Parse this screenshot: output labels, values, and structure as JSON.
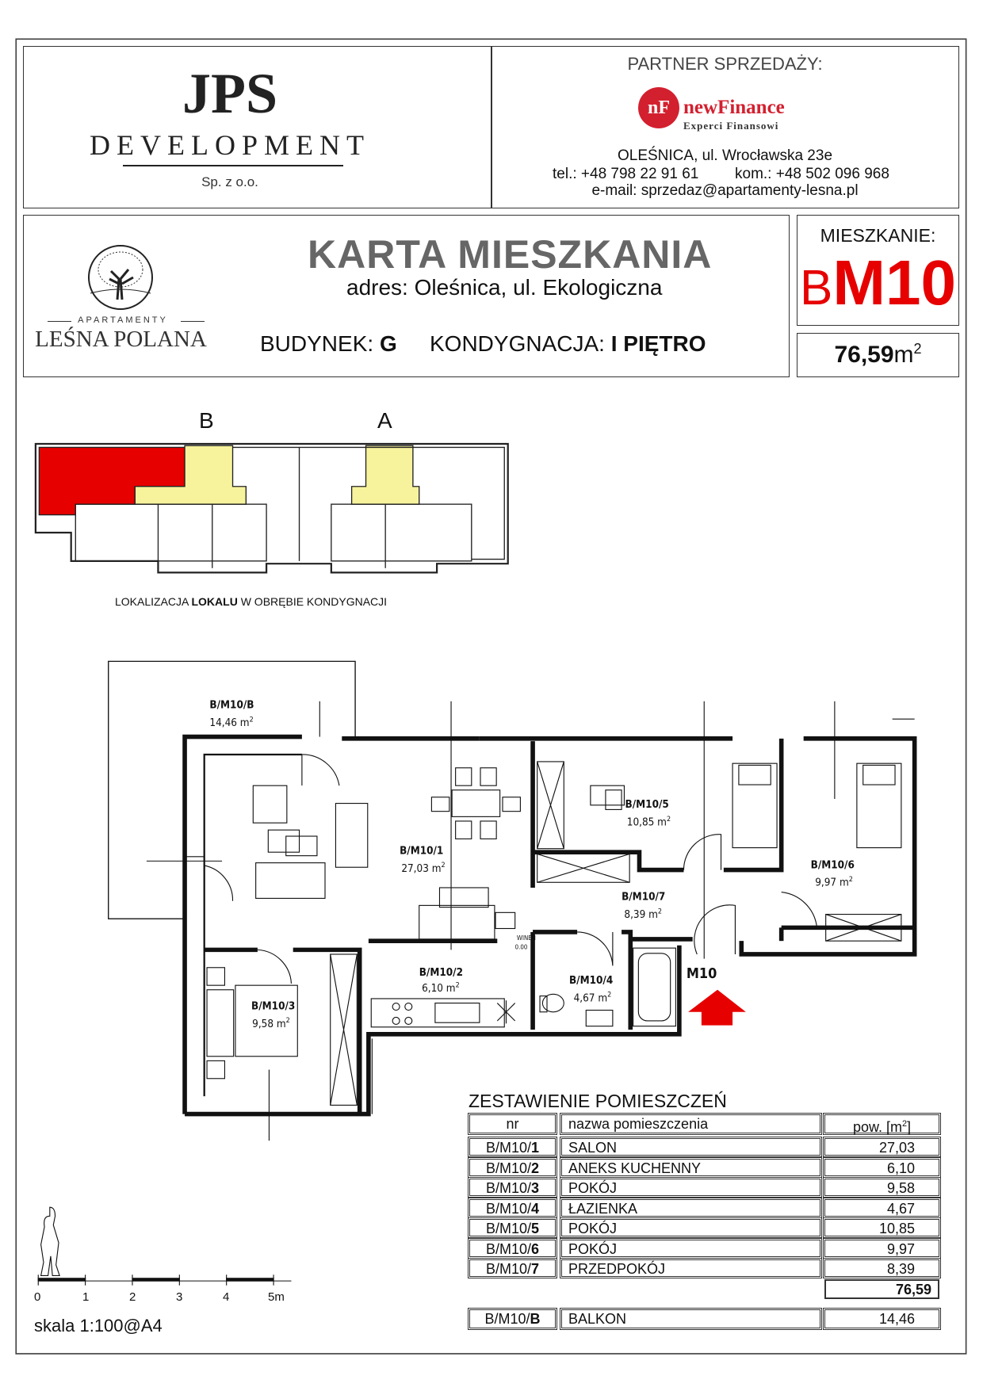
{
  "developer": {
    "logo_main": "JPS",
    "logo_sub": "DEVELOPMENT",
    "logo_legal": "Sp. z o.o."
  },
  "partner": {
    "heading": "PARTNER SPRZEDAŻY:",
    "logo_mark": "nF",
    "logo_name": "newFinance",
    "logo_tagline": "Experci Finansowi",
    "address": "OLEŚNICA, ul. Wrocławska 23e",
    "phone": "tel.: +48 798 22 91 61",
    "mobile": "kom.: +48 502 096 968",
    "email": "e-mail: sprzedaz@apartamenty-lesna.pl"
  },
  "estate": {
    "logo_small": "APARTAMENTY",
    "logo_name": "LEŚNA POLANA"
  },
  "card": {
    "title": "KARTA MIESZKANIA",
    "address_label": "adres: Oleśnica, ul.",
    "address_value": "Ekologiczna",
    "building_label": "BUDYNEK:",
    "building_value": "G",
    "floor_label": "KONDYGNACJA:",
    "floor_value": "I PIĘTRO"
  },
  "unit": {
    "label": "MIESZKANIE:",
    "prefix": "B",
    "code": "M10",
    "area": "76,59",
    "area_unit": "m",
    "area_exp": "2"
  },
  "keyplan": {
    "label_b": "B",
    "label_a": "A",
    "caption_pre": "LOKALIZACJA ",
    "caption_bold": "LOKALU",
    "caption_post": " W OBRĘBIE KONDYGNACJI",
    "highlight_color": "#e60000",
    "stair_color": "#f7f39c"
  },
  "plan": {
    "rooms": [
      {
        "id": "B/M10/B",
        "area": "14,46"
      },
      {
        "id": "B/M10/1",
        "area": "27,03"
      },
      {
        "id": "B/M10/5",
        "area": "10,85"
      },
      {
        "id": "B/M10/6",
        "area": "9,97"
      },
      {
        "id": "B/M10/7",
        "area": "8,39"
      },
      {
        "id": "B/M10/2",
        "area": "6,10"
      },
      {
        "id": "B/M10/4",
        "area": "4,67"
      },
      {
        "id": "B/M10/3",
        "area": "9,58"
      }
    ],
    "area_unit": "m",
    "entrance_tag": "M10",
    "winen": "WINEN",
    "winen_level": "0.00",
    "entrance_arrow_color": "#e60000"
  },
  "scale": {
    "ticks": [
      "0",
      "1",
      "2",
      "3",
      "4",
      "5m"
    ],
    "label": "skala 1:100@A4"
  },
  "table": {
    "title": "ZESTAWIENIE POMIESZCZEŃ",
    "headers": {
      "nr": "nr",
      "name": "nazwa pomieszczenia",
      "area": "pow. [m",
      "area_exp": "2",
      "area_close": "]"
    },
    "rows": [
      {
        "prefix": "B/M10/",
        "num": "1",
        "name": "SALON",
        "area": "27,03"
      },
      {
        "prefix": "B/M10/",
        "num": "2",
        "name": "ANEKS KUCHENNY",
        "area": "6,10"
      },
      {
        "prefix": "B/M10/",
        "num": "3",
        "name": "POKÓJ",
        "area": "9,58"
      },
      {
        "prefix": "B/M10/",
        "num": "4",
        "name": "ŁAZIENKA",
        "area": "4,67"
      },
      {
        "prefix": "B/M10/",
        "num": "5",
        "name": "POKÓJ",
        "area": "10,85"
      },
      {
        "prefix": "B/M10/",
        "num": "6",
        "name": "POKÓJ",
        "area": "9,97"
      },
      {
        "prefix": "B/M10/",
        "num": "7",
        "name": "PRZEDPOKÓJ",
        "area": "8,39"
      }
    ],
    "total": "76,59",
    "balcony": {
      "prefix": "B/M10/",
      "num": "B",
      "name": "BALKON",
      "area": "14,46"
    }
  }
}
